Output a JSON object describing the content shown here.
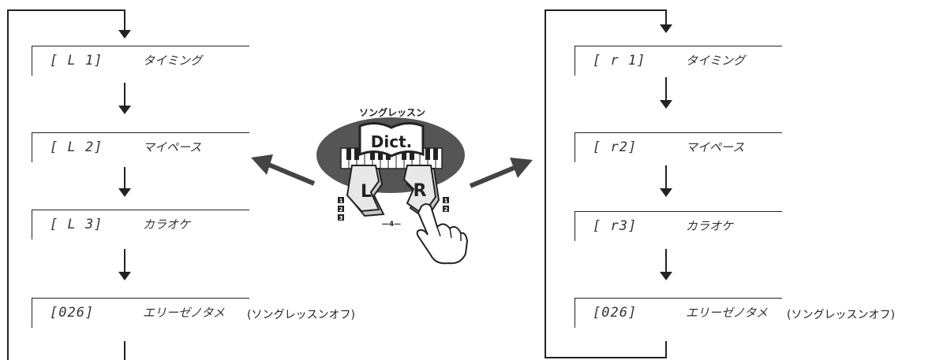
{
  "left_flow": {
    "steps": [
      {
        "code": "[ L  1]",
        "label": "タイミング"
      },
      {
        "code": "[ L  2]",
        "label": "マイペース"
      },
      {
        "code": "[ L  3]",
        "label": "カラオケ"
      },
      {
        "code": "[026]",
        "label": "エリーゼノタメ"
      }
    ],
    "off_note": "(ソングレッスンオフ)"
  },
  "right_flow": {
    "steps": [
      {
        "code": "[ r  1]",
        "label": "タイミング"
      },
      {
        "code": "[ r2]",
        "label": "マイペース"
      },
      {
        "code": "[ r3]",
        "label": "カラオケ"
      },
      {
        "code": "[026]",
        "label": "エリーゼノタメ"
      }
    ],
    "off_note": "(ソングレッスンオフ)"
  },
  "panel": {
    "title": "ソングレッスン",
    "dict_label": "Dict.",
    "left_key": "L",
    "right_key": "R",
    "steps_left": [
      "1",
      "2",
      "3"
    ],
    "steps_right": [
      "1",
      "2"
    ],
    "step_center": "—4—"
  }
}
